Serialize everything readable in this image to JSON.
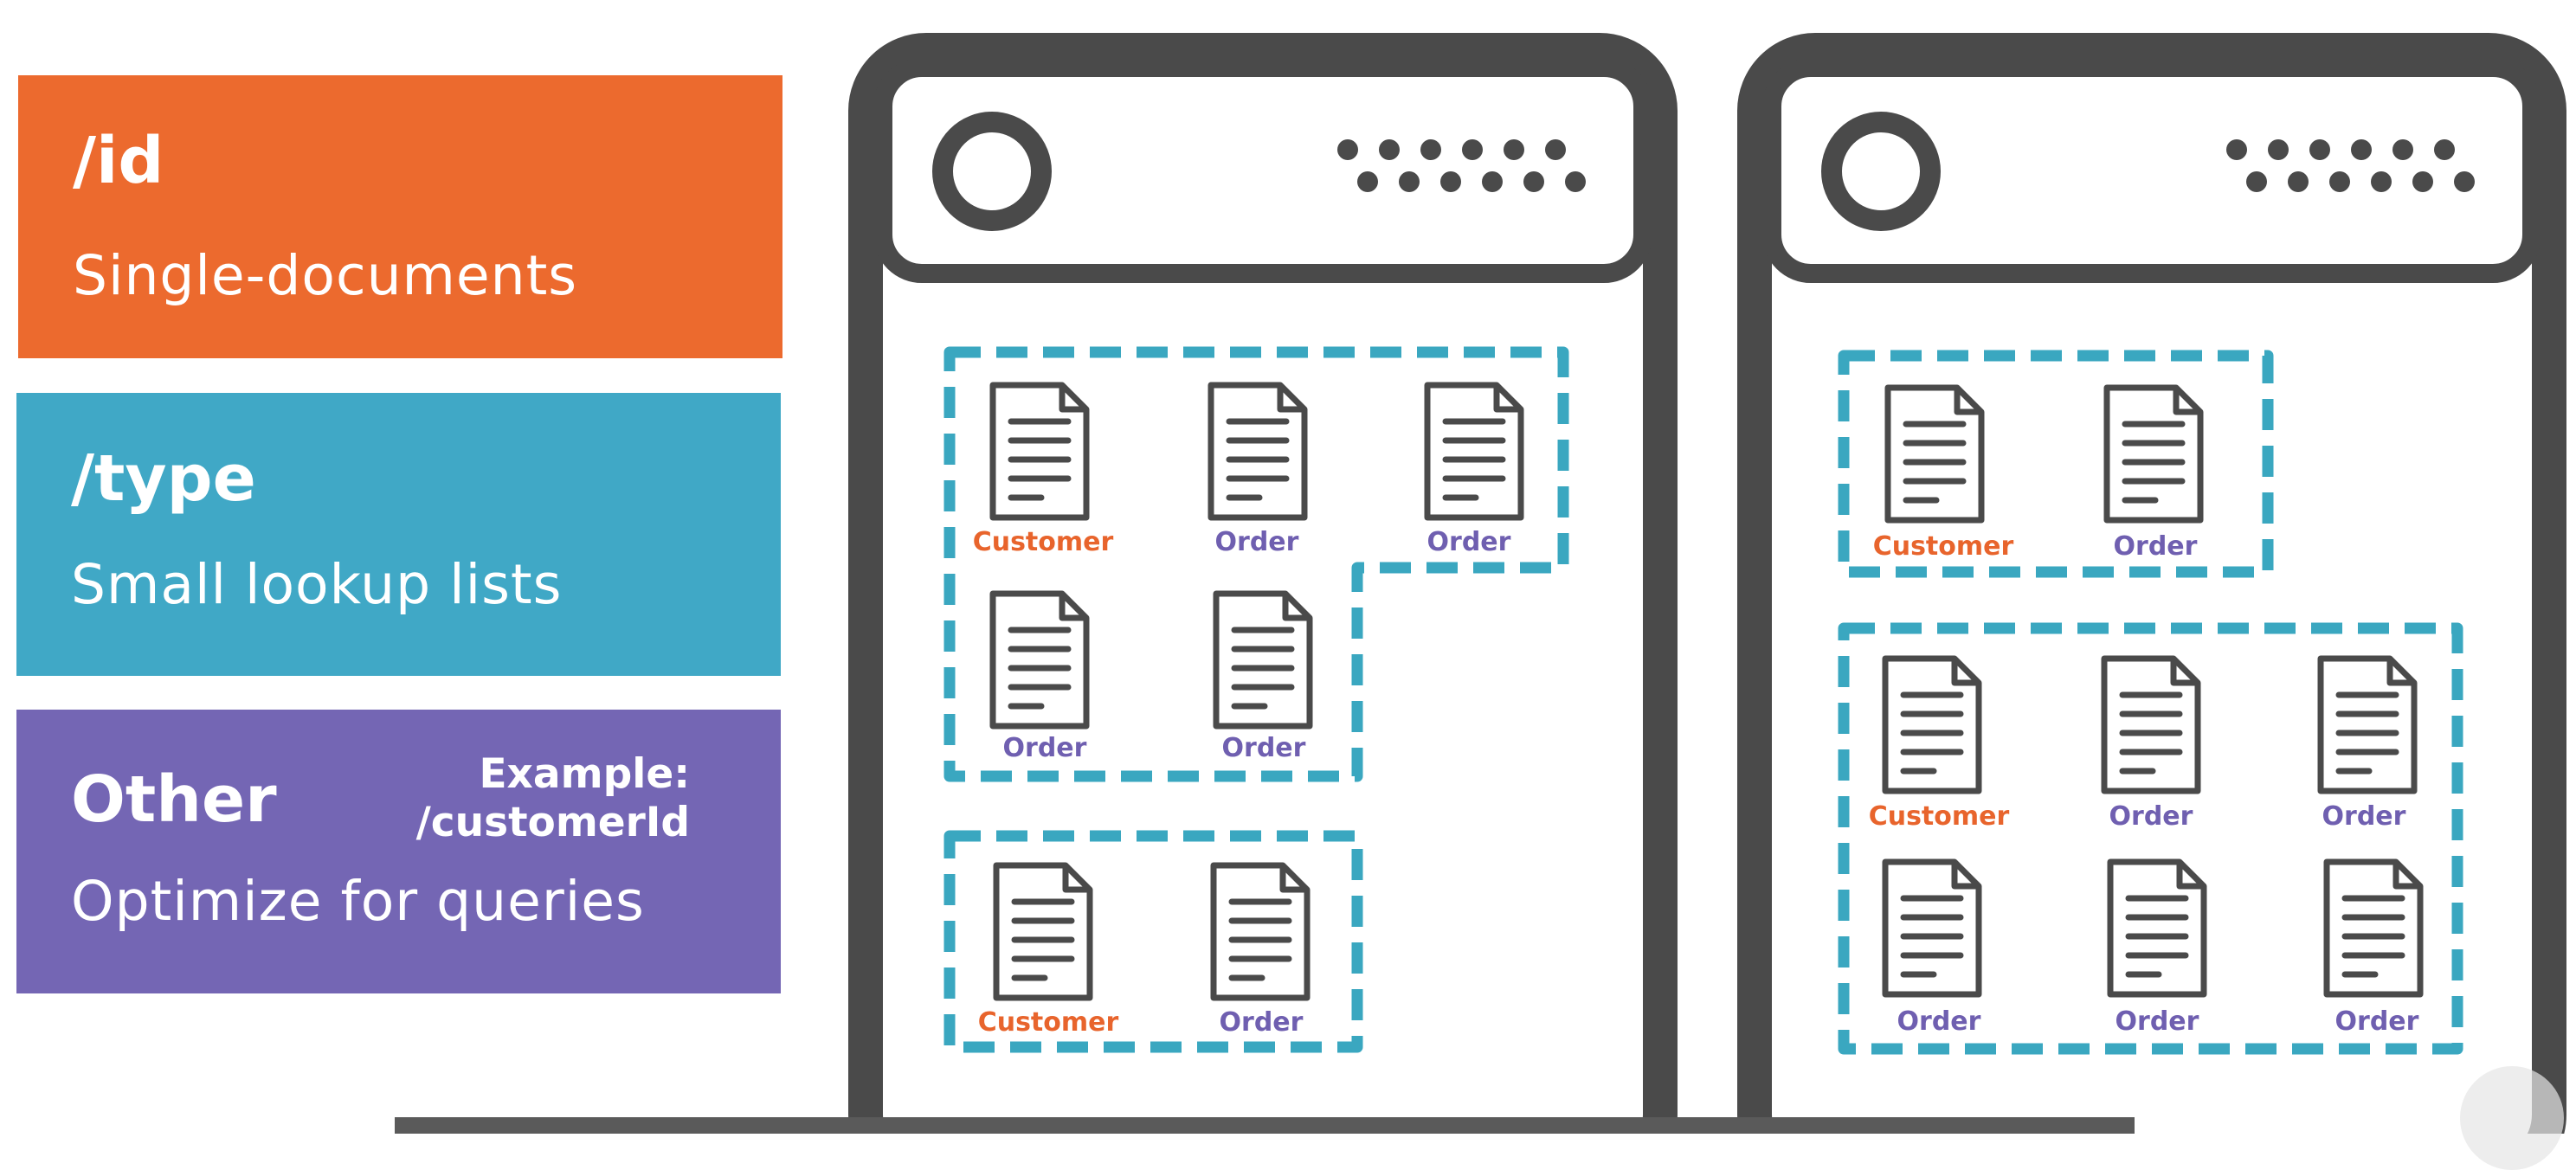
{
  "colors": {
    "orange": "#ec6a2e",
    "blue": "#40a8c6",
    "purple": "#7466b4",
    "server_stroke": "#4a4a4a",
    "dash": "#3aa7c0",
    "customer_label": "#e8642c",
    "order_label": "#6f5fb0"
  },
  "cards": [
    {
      "title": "/id",
      "description": "Single-documents"
    },
    {
      "title": "/type",
      "description": "Small lookup lists"
    },
    {
      "title": "Other",
      "description": "Optimize for queries",
      "example_line1": "Example:",
      "example_line2": "/customerId"
    }
  ],
  "left_server": {
    "groups": [
      {
        "docs": [
          "Customer",
          "Order",
          "Order",
          "Order",
          "Order"
        ]
      },
      {
        "docs": [
          "Customer",
          "Order"
        ]
      }
    ]
  },
  "right_server": {
    "groups": [
      {
        "docs": [
          "Customer",
          "Order"
        ]
      },
      {
        "docs": [
          "Customer",
          "Order",
          "Order",
          "Order",
          "Order",
          "Order"
        ]
      }
    ]
  },
  "icons": [
    "server-icon",
    "document-icon",
    "play-icon"
  ]
}
